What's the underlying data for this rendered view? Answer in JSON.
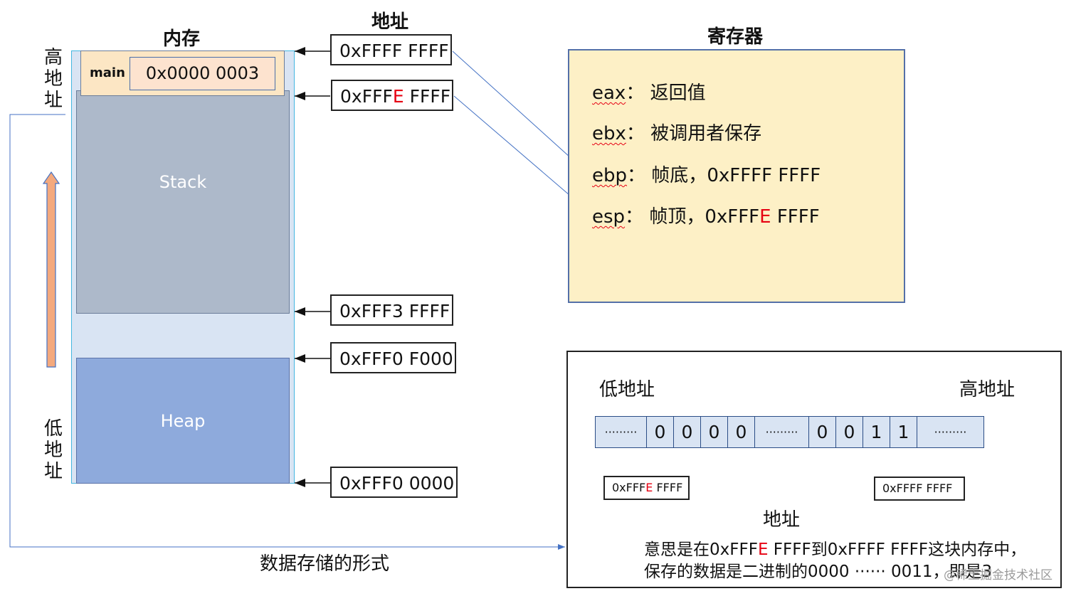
{
  "memory": {
    "title": "内存",
    "high_label": [
      "高",
      "地",
      "址"
    ],
    "low_label": [
      "低",
      "地",
      "址"
    ],
    "stack_label": "Stack",
    "heap_label": "Heap",
    "main_label": "main",
    "main_value": "0x0000 0003"
  },
  "address": {
    "title": "地址",
    "items": [
      {
        "pre": "0xFFFF FFFF",
        "red": "",
        "post": ""
      },
      {
        "pre": "0xFFF",
        "red": "E",
        "post": " FFFF"
      },
      {
        "pre": "0xFFF3 FFFF",
        "red": "",
        "post": ""
      },
      {
        "pre": "0xFFF0 F000",
        "red": "",
        "post": ""
      },
      {
        "pre": "0xFFF0 0000",
        "red": "",
        "post": ""
      }
    ]
  },
  "registers": {
    "title": "寄存器",
    "items": [
      {
        "key": "eax",
        "sep": "：",
        "desc": "返回值",
        "pre": "",
        "red": "",
        "post": ""
      },
      {
        "key": "ebx",
        "sep": "：",
        "desc": "被调用者保存",
        "pre": "",
        "red": "",
        "post": ""
      },
      {
        "key": "ebp",
        "sep": "：",
        "desc": "帧底，",
        "pre": "0xFFFF FFFF",
        "red": "",
        "post": ""
      },
      {
        "key": "esp",
        "sep": "：",
        "desc": "帧顶，",
        "pre": "0xFFF",
        "red": "E",
        "post": " FFFF"
      }
    ]
  },
  "storage": {
    "low": "低地址",
    "high": "高地址",
    "cells": [
      "·········",
      "0",
      "0",
      "0",
      "0",
      "·········",
      "0",
      "0",
      "1",
      "1",
      "·········"
    ],
    "addr_left": {
      "pre": "0xFFF",
      "red": "E",
      "post": " FFFF"
    },
    "addr_right": "0xFFFF FFFF",
    "address_caption": "地址",
    "line1_pre": "意思是在0xFFF",
    "line1_red": "E",
    "line1_post": " FFFF到0xFFFF FFFF这块内存中，",
    "line2": "保存的数据是二进制的0000 ······ 0011，即是3"
  },
  "caption": "数据存储的形式",
  "watermark": "@稀土掘金技术社区",
  "colors": {
    "red": "#e60012",
    "arrow_blue": "#4472c4",
    "stack": "#adb9ca",
    "heap": "#8eaadc",
    "register_bg": "#fdf0c6"
  }
}
